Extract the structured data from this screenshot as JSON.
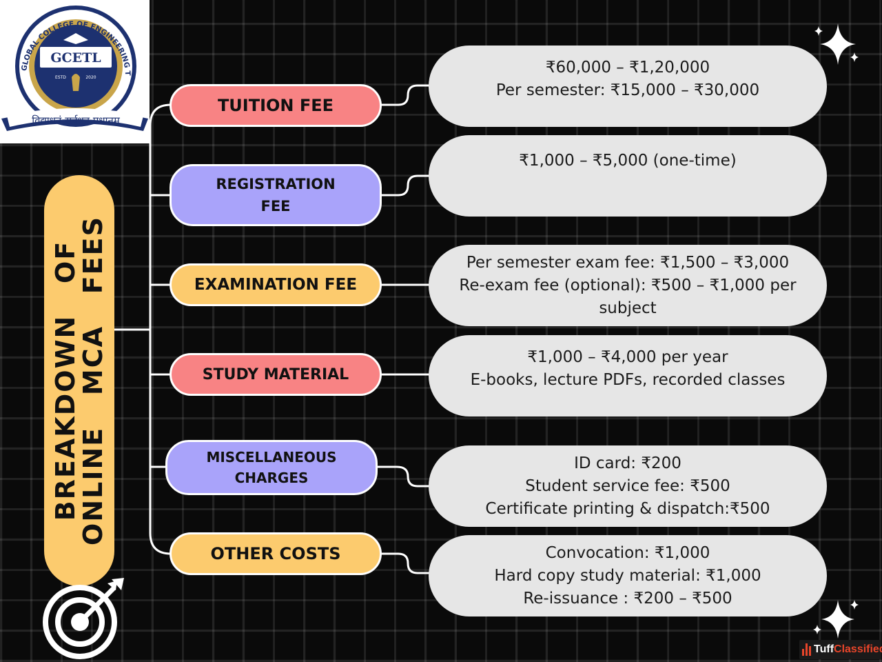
{
  "logo": {
    "abbr": "GCETL",
    "college_name": "GLOBAL COLLEGE OF ENGINEERING TECHNOLOGY & LEARNING",
    "motto": "विद्याधनं सर्वधन प्रधानम्",
    "est_left": "ESTD",
    "est_right": "2020"
  },
  "title": {
    "line1": "BREAKDOWN   OF",
    "line2": "ONLINE   MCA   FEES"
  },
  "categories": [
    {
      "label_lines": [
        "TUITION FEE"
      ],
      "color": "#f88384",
      "details": [
        "₹60,000 – ₹1,20,000",
        "Per semester: ₹15,000 – ₹30,000"
      ]
    },
    {
      "label_lines": [
        "REGISTRATION",
        "FEE"
      ],
      "color": "#a9a3fa",
      "details": [
        "₹1,000 – ₹5,000 (one-time)"
      ]
    },
    {
      "label_lines": [
        "EXAMINATION FEE"
      ],
      "color": "#fccb6e",
      "details": [
        "Per semester exam fee: ₹1,500 – ₹3,000",
        "Re-exam fee (optional): ₹500 – ₹1,000 per",
        "subject"
      ]
    },
    {
      "label_lines": [
        "STUDY MATERIAL"
      ],
      "color": "#f88384",
      "details": [
        "₹1,000 – ₹4,000 per year",
        "E-books, lecture PDFs, recorded classes"
      ]
    },
    {
      "label_lines": [
        "MISCELLANEOUS",
        "CHARGES"
      ],
      "color": "#a9a3fa",
      "details": [
        "ID card: ₹200",
        "Student service fee: ₹500",
        "Certificate printing & dispatch:₹500"
      ]
    },
    {
      "label_lines": [
        "OTHER COSTS"
      ],
      "color": "#fccb6e",
      "details": [
        "Convocation: ₹1,000",
        "Hard copy study material: ₹1,000",
        "Re-issuance : ₹200 – ₹500"
      ]
    }
  ],
  "watermark": {
    "brand_part1": "Tuff",
    "brand_part2": "Classified"
  }
}
